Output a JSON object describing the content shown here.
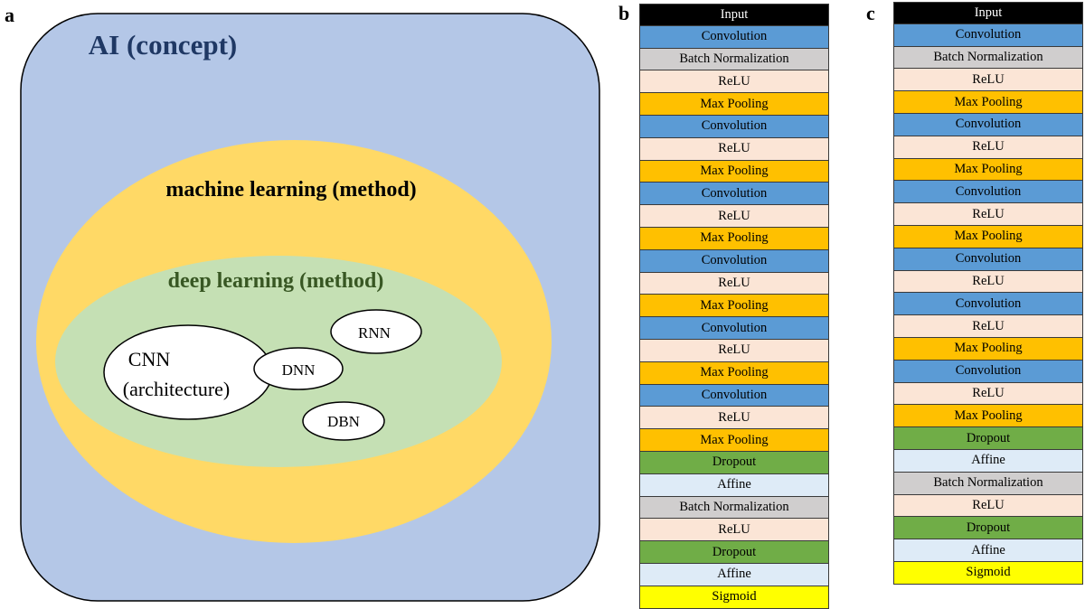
{
  "panel_labels": {
    "a": "a",
    "b": "b",
    "c": "c"
  },
  "venn": {
    "ai": "AI (concept)",
    "ml": "machine learning (method)",
    "dl": "deep learning (method)",
    "cnn_line1": "CNN",
    "cnn_line2": "(architecture)",
    "dnn": "DNN",
    "rnn": "RNN",
    "dbn": "DBN"
  },
  "colors": {
    "ai_fill": "#b4c7e7",
    "ml_fill": "#ffd966",
    "dl_fill": "#c5e0b4",
    "ai_text": "#1f3864",
    "ml_text": "#000000",
    "dl_text": "#385723",
    "Input": "#000000",
    "Convolution": "#5b9bd5",
    "Batch Normalization": "#d0cece",
    "ReLU": "#fbe5d6",
    "Max Pooling": "#ffc000",
    "Dropout": "#70ad47",
    "Affine": "#deebf7",
    "Sigmoid": "#ffff00"
  },
  "network_b": [
    "Input",
    "Convolution",
    "Batch Normalization",
    "ReLU",
    "Max Pooling",
    "Convolution",
    "ReLU",
    "Max Pooling",
    "Convolution",
    "ReLU",
    "Max Pooling",
    "Convolution",
    "ReLU",
    "Max Pooling",
    "Convolution",
    "ReLU",
    "Max Pooling",
    "Convolution",
    "ReLU",
    "Max Pooling",
    "Dropout",
    "Affine",
    "Batch Normalization",
    "ReLU",
    "Dropout",
    "Affine",
    "Sigmoid"
  ],
  "network_c": [
    "Input",
    "Convolution",
    "Batch Normalization",
    "ReLU",
    "Max Pooling",
    "Convolution",
    "ReLU",
    "Max Pooling",
    "Convolution",
    "ReLU",
    "Max Pooling",
    "Convolution",
    "ReLU",
    "Convolution",
    "ReLU",
    "Max Pooling",
    "Convolution",
    "ReLU",
    "Max Pooling",
    "Dropout",
    "Affine",
    "Batch Normalization",
    "ReLU",
    "Dropout",
    "Affine",
    "Sigmoid"
  ]
}
